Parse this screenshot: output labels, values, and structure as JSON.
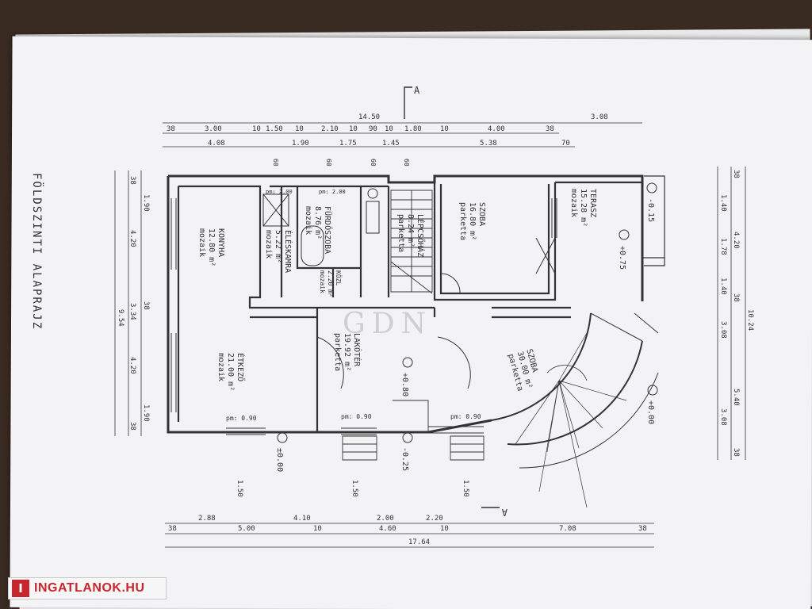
{
  "sheet": {
    "title": "FÖLDSZINTI ALAPRAJZ",
    "section_marker": "A",
    "watermark": "GDN"
  },
  "rooms": {
    "konyha": {
      "name": "KONYHA",
      "area": "12.80 m²",
      "floor": "mozaik"
    },
    "eleskamra": {
      "name": "ÉLÉSKAMRA",
      "area": "5.22 m²",
      "floor": "mozaik"
    },
    "furdoszoba": {
      "name": "FÜRDŐSZOBA",
      "area": "8.76 m²",
      "floor": "mozaik"
    },
    "kozl": {
      "name": "KÖZL",
      "area": "2.20 m²",
      "floor": "mozaik"
    },
    "lepcsohaz": {
      "name": "LÉPCSŐHÁZ",
      "area": "8.24 m²",
      "floor": "parketta"
    },
    "szoba1": {
      "name": "SZOBA",
      "area": "16.80 m²",
      "floor": "parketta"
    },
    "terasz": {
      "name": "TERASZ",
      "area": "15.28 m²",
      "floor": "mozaik"
    },
    "etkezo": {
      "name": "ÉTKEZŐ",
      "area": "21.00 m²",
      "floor": "mozaik"
    },
    "lakotér": {
      "name": "LAKÓTÉR",
      "area": "19.92 m²",
      "floor": "parketta"
    },
    "szoba2": {
      "name": "SZOBA",
      "area": "30.00 m²",
      "floor": "parketta"
    }
  },
  "levels": {
    "terasz": "+0.75",
    "terasz_side": "-0.15",
    "lakoter": "+0.80",
    "entrance": "-0.25",
    "outside": "±0.00",
    "bay": "+0.00"
  },
  "dims": {
    "top_total": "14.50",
    "top_extra": "3.08",
    "top1": [
      "38",
      "3.00",
      "10",
      "1.50",
      "10",
      "2.10",
      "10",
      "90",
      "10",
      "1.80",
      "10",
      "4.00",
      "38"
    ],
    "top2": [
      "4.08",
      "1.90",
      "1.75",
      "1.45",
      "5.38",
      "70"
    ],
    "bot1": [
      "2.88",
      "4.10",
      "2.00",
      "2.20"
    ],
    "bot2": [
      "38",
      "5.00",
      "10",
      "4.60",
      "10",
      "7.08",
      "38"
    ],
    "bot_total": "17.64",
    "left_outer": "9.54",
    "left1": [
      "38",
      "1.90",
      "4.20",
      "3.34",
      "38",
      "4.20",
      "1.90",
      "38"
    ],
    "right1": [
      "38",
      "1.40",
      "1.78",
      "1.40",
      "3.08",
      "38"
    ],
    "right2": [
      "4.20",
      "38",
      "5.40",
      "3.08"
    ],
    "right_total": "10.24",
    "wall_heights": [
      "60",
      "60",
      "60",
      "60"
    ],
    "window": "pm: 0.90",
    "window_small": "pm: 2.00",
    "entrance_widths": [
      "1.50",
      "1.50",
      "1.50"
    ]
  },
  "logo": {
    "mark": "I",
    "text": "INGATLANOK.HU"
  }
}
